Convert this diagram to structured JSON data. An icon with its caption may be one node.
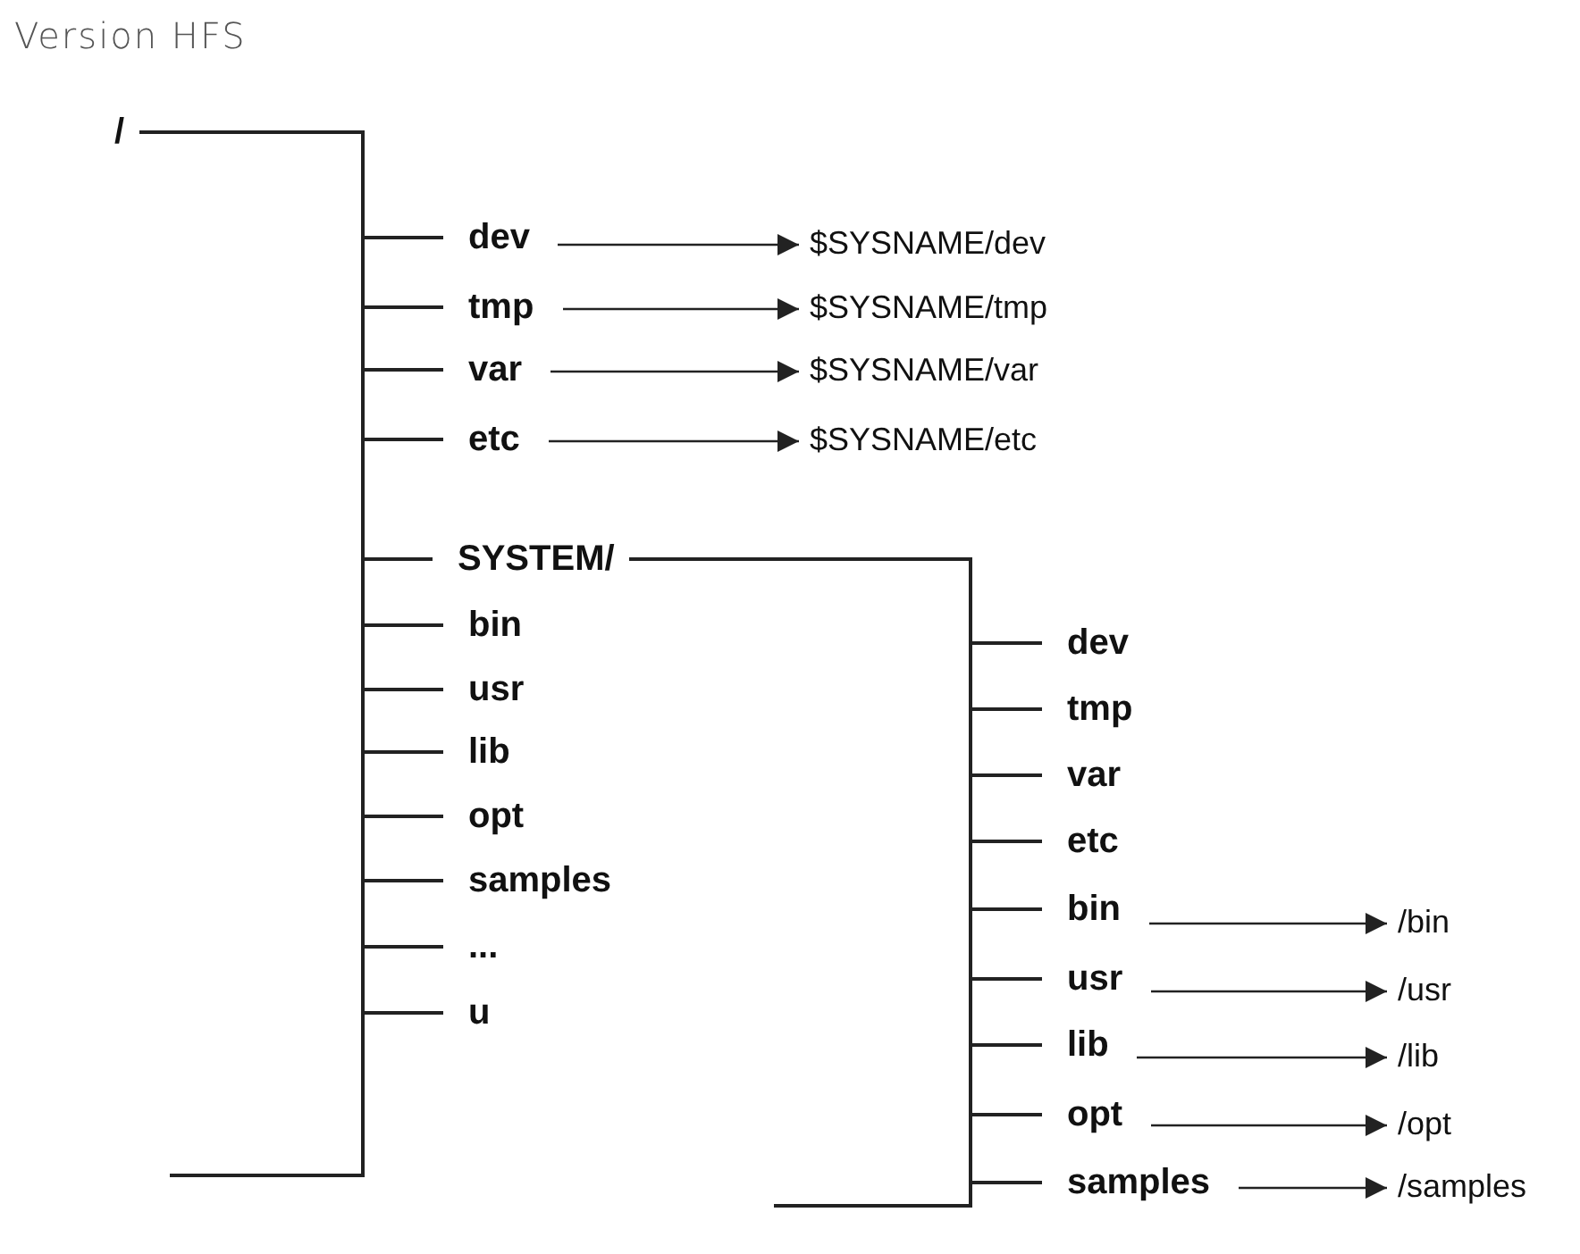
{
  "diagram": {
    "title": "Version HFS",
    "nodes": [
      {
        "text": [
          "/"
        ]
      },
      {
        "text": [
          "dev"
        ]
      },
      {
        "text": [
          "$SYSNAME/dev"
        ]
      },
      {
        "text": [
          "tmp"
        ]
      },
      {
        "text": [
          "$SYSNAME/tmp"
        ]
      },
      {
        "text": [
          "var"
        ]
      },
      {
        "text": [
          "$SYSNAME/var"
        ]
      },
      {
        "text": [
          "etc"
        ]
      },
      {
        "text": [
          "$SYSNAME/etc"
        ]
      },
      {
        "text": [
          "SYSTEM/"
        ]
      },
      {
        "text": [
          "bin"
        ]
      },
      {
        "text": [
          "usr"
        ]
      },
      {
        "text": [
          "lib"
        ]
      },
      {
        "text": [
          "opt"
        ]
      },
      {
        "text": [
          "samples"
        ]
      },
      {
        "text": [
          "..."
        ]
      },
      {
        "text": [
          "u"
        ]
      },
      {
        "text": [
          "dev"
        ]
      },
      {
        "text": [
          "tmp"
        ]
      },
      {
        "text": [
          "var"
        ]
      },
      {
        "text": [
          "etc"
        ]
      },
      {
        "text": [
          "bin"
        ]
      },
      {
        "text": [
          "/bin"
        ]
      },
      {
        "text": [
          "usr"
        ]
      },
      {
        "text": [
          "/usr"
        ]
      },
      {
        "text": [
          "lib"
        ]
      },
      {
        "text": [
          "/lib"
        ]
      },
      {
        "text": [
          "opt"
        ]
      },
      {
        "text": [
          "/opt"
        ]
      },
      {
        "text": [
          "samples"
        ]
      },
      {
        "text": [
          "/samples"
        ]
      }
    ],
    "edges": [
      {
        "from": 0,
        "to": 1,
        "arrow": "none"
      },
      {
        "from": 0,
        "to": 3,
        "arrow": "none"
      },
      {
        "from": 0,
        "to": 5,
        "arrow": "none"
      },
      {
        "from": 0,
        "to": 7,
        "arrow": "none"
      },
      {
        "from": 0,
        "to": 9,
        "arrow": "none"
      },
      {
        "from": 0,
        "to": 10,
        "arrow": "none"
      },
      {
        "from": 0,
        "to": 11,
        "arrow": "none"
      },
      {
        "from": 0,
        "to": 12,
        "arrow": "none"
      },
      {
        "from": 0,
        "to": 13,
        "arrow": "none"
      },
      {
        "from": 0,
        "to": 14,
        "arrow": "none"
      },
      {
        "from": 0,
        "to": 15,
        "arrow": "none"
      },
      {
        "from": 0,
        "to": 16,
        "arrow": "none"
      },
      {
        "from": 1,
        "to": 2,
        "arrow": "to"
      },
      {
        "from": 3,
        "to": 4,
        "arrow": "to"
      },
      {
        "from": 5,
        "to": 6,
        "arrow": "to"
      },
      {
        "from": 7,
        "to": 8,
        "arrow": "to"
      },
      {
        "from": 9,
        "to": 17,
        "arrow": "none"
      },
      {
        "from": 9,
        "to": 18,
        "arrow": "none"
      },
      {
        "from": 9,
        "to": 19,
        "arrow": "none"
      },
      {
        "from": 9,
        "to": 20,
        "arrow": "none"
      },
      {
        "from": 9,
        "to": 21,
        "arrow": "none"
      },
      {
        "from": 9,
        "to": 23,
        "arrow": "none"
      },
      {
        "from": 9,
        "to": 25,
        "arrow": "none"
      },
      {
        "from": 9,
        "to": 27,
        "arrow": "none"
      },
      {
        "from": 9,
        "to": 29,
        "arrow": "none"
      },
      {
        "from": 21,
        "to": 22,
        "arrow": "to"
      },
      {
        "from": 23,
        "to": 24,
        "arrow": "to"
      },
      {
        "from": 25,
        "to": 26,
        "arrow": "to"
      },
      {
        "from": 27,
        "to": 28,
        "arrow": "to"
      },
      {
        "from": 29,
        "to": 30,
        "arrow": "to"
      }
    ]
  }
}
